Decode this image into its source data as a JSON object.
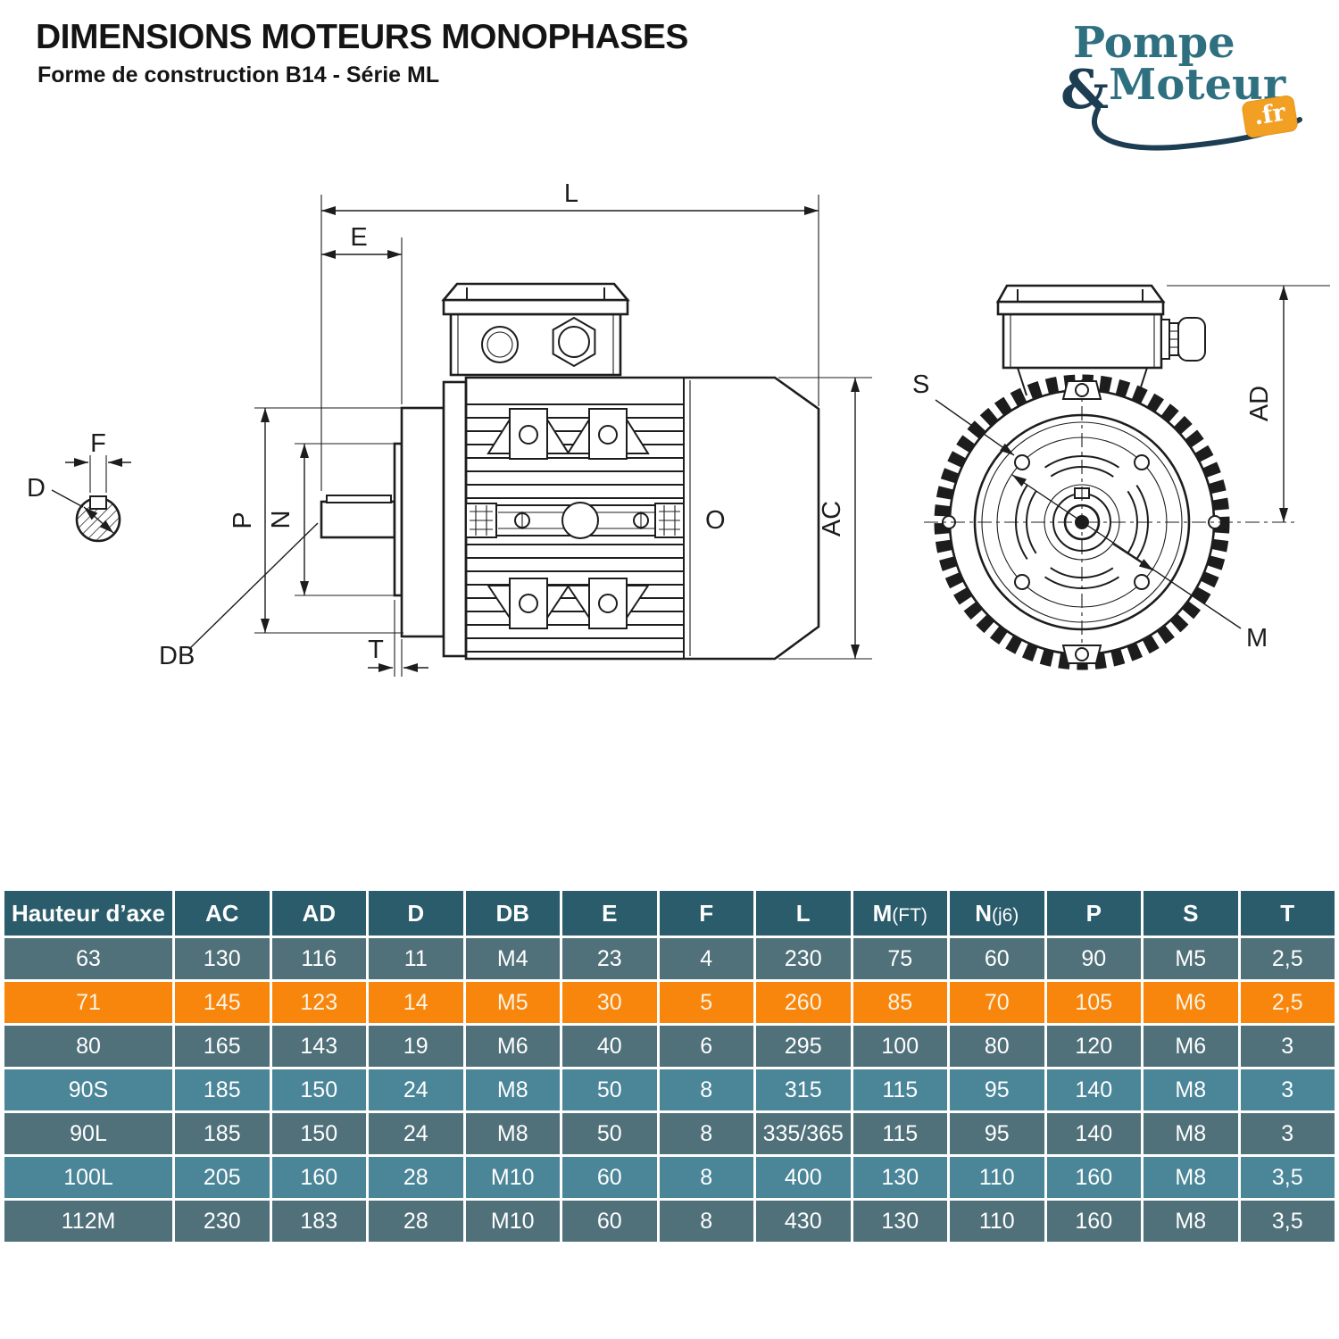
{
  "header": {
    "title": "DIMENSIONS MOTEURS MONOPHASES",
    "subtitle": "Forme de construction B14 - Série ML"
  },
  "logo": {
    "word1": "Pompe",
    "amp": "&",
    "word2": "Moteur",
    "tld": ".fr",
    "colors": {
      "teal": "#2E6F80",
      "navy": "#1C3D52",
      "orange": "#F2A024"
    }
  },
  "diagram": {
    "side": {
      "L": "L",
      "E": "E",
      "P": "P",
      "N": "N",
      "DB": "DB",
      "T": "T",
      "AC": "AC",
      "O": "O"
    },
    "shaft": {
      "F": "F",
      "D": "D"
    },
    "front": {
      "S": "S",
      "AD": "AD",
      "M": "M"
    }
  },
  "table": {
    "headers": [
      {
        "label": "Hauteur d’axe",
        "suffix": ""
      },
      {
        "label": "AC",
        "suffix": ""
      },
      {
        "label": "AD",
        "suffix": ""
      },
      {
        "label": "D",
        "suffix": ""
      },
      {
        "label": "DB",
        "suffix": ""
      },
      {
        "label": "E",
        "suffix": ""
      },
      {
        "label": "F",
        "suffix": ""
      },
      {
        "label": "L",
        "suffix": ""
      },
      {
        "label": "M",
        "suffix": "(FT)"
      },
      {
        "label": "N",
        "suffix": "(j6)"
      },
      {
        "label": "P",
        "suffix": ""
      },
      {
        "label": "S",
        "suffix": ""
      },
      {
        "label": "T",
        "suffix": ""
      }
    ],
    "rows": [
      {
        "cells": [
          "63",
          "130",
          "116",
          "11",
          "M4",
          "23",
          "4",
          "230",
          "75",
          "60",
          "90",
          "M5",
          "2,5"
        ],
        "highlighted": false
      },
      {
        "cells": [
          "71",
          "145",
          "123",
          "14",
          "M5",
          "30",
          "5",
          "260",
          "85",
          "70",
          "105",
          "M6",
          "2,5"
        ],
        "highlighted": true
      },
      {
        "cells": [
          "80",
          "165",
          "143",
          "19",
          "M6",
          "40",
          "6",
          "295",
          "100",
          "80",
          "120",
          "M6",
          "3"
        ],
        "highlighted": false
      },
      {
        "cells": [
          "90S",
          "185",
          "150",
          "24",
          "M8",
          "50",
          "8",
          "315",
          "115",
          "95",
          "140",
          "M8",
          "3"
        ],
        "highlighted": false
      },
      {
        "cells": [
          "90L",
          "185",
          "150",
          "24",
          "M8",
          "50",
          "8",
          "335/365",
          "115",
          "95",
          "140",
          "M8",
          "3"
        ],
        "highlighted": false
      },
      {
        "cells": [
          "100L",
          "205",
          "160",
          "28",
          "M10",
          "60",
          "8",
          "400",
          "130",
          "110",
          "160",
          "M8",
          "3,5"
        ],
        "highlighted": false
      },
      {
        "cells": [
          "112M",
          "230",
          "183",
          "28",
          "M10",
          "60",
          "8",
          "430",
          "130",
          "110",
          "160",
          "M8",
          "3,5"
        ],
        "highlighted": false
      }
    ],
    "colors": {
      "header_bg": "#2B5C6B",
      "row_dark": "#50707A",
      "row_light": "#4A8598",
      "row_highlight": "#F8860C",
      "text": "#FFFFFF"
    }
  }
}
